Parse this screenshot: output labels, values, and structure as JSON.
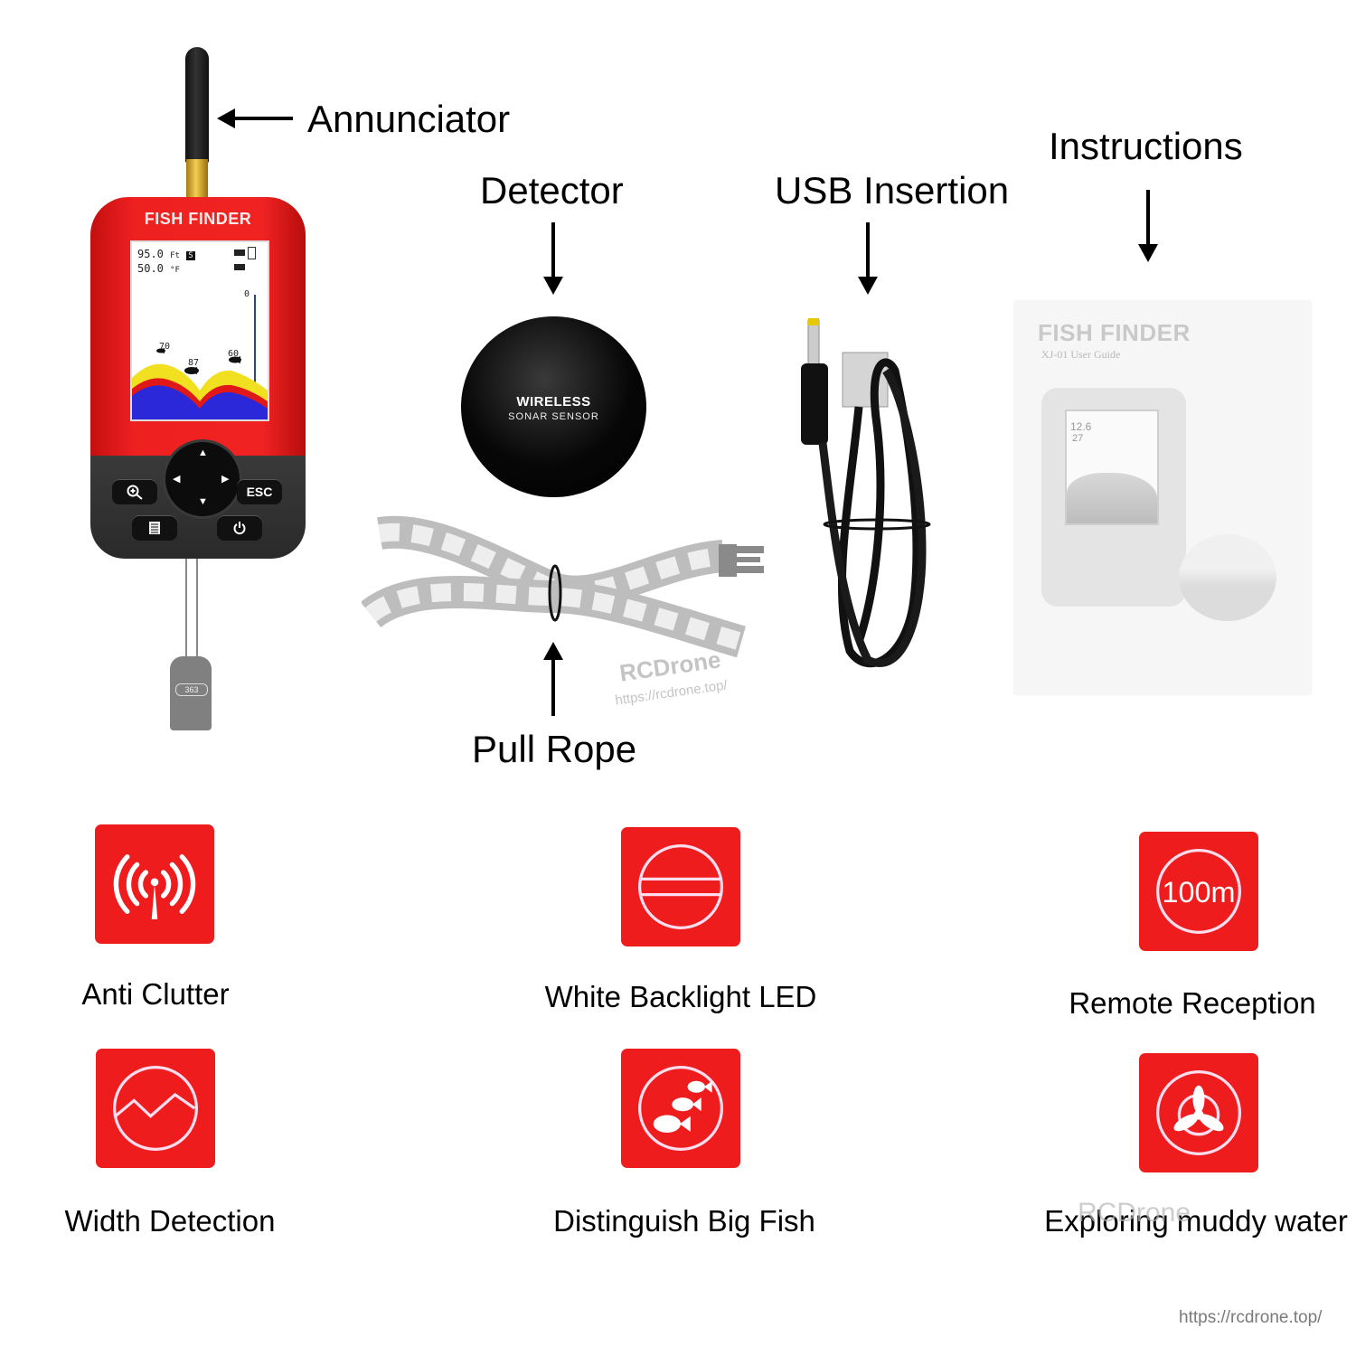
{
  "callouts": {
    "annunciator": "Annunciator",
    "detector": "Detector",
    "usb_insertion": "USB Insertion",
    "instructions": "Instructions",
    "pull_rope": "Pull Rope"
  },
  "device": {
    "title": "FISH FINDER",
    "screen": {
      "depth": "95.0",
      "depth_unit": "Ft",
      "mode_badge": "S",
      "temperature": "50.0",
      "temp_unit": "°F",
      "scale_top": "0",
      "fish_depths": [
        "70",
        "87",
        "60"
      ]
    },
    "buttons": {
      "zoom": "zoom-in",
      "esc": "ESC",
      "menu": "menu",
      "power": "power"
    },
    "tag_text": "363"
  },
  "sensor": {
    "line1": "WIRELESS",
    "line2": "SONAR SENSOR"
  },
  "manual": {
    "title": "FISH FINDER",
    "subtitle": "XJ-01 User Guide",
    "screen_depth": "12.6",
    "screen_temp": "27"
  },
  "features": [
    {
      "label": "Anti Clutter",
      "icon": "signal-antenna-icon"
    },
    {
      "label": "White Backlight LED",
      "icon": "backlight-icon"
    },
    {
      "label": "Remote Reception",
      "icon": "range-100m-icon",
      "icon_text": "100m"
    },
    {
      "label": "Width Detection",
      "icon": "terrain-icon"
    },
    {
      "label": "Distinguish Big Fish",
      "icon": "fish-school-icon"
    },
    {
      "label": "Exploring muddy water",
      "icon": "propeller-icon"
    }
  ],
  "watermarks": {
    "brand": "RCDrone",
    "url": "https://rcdrone.top/"
  },
  "colors": {
    "accent_red": "#ee1c1c",
    "device_red": "#f02222"
  }
}
